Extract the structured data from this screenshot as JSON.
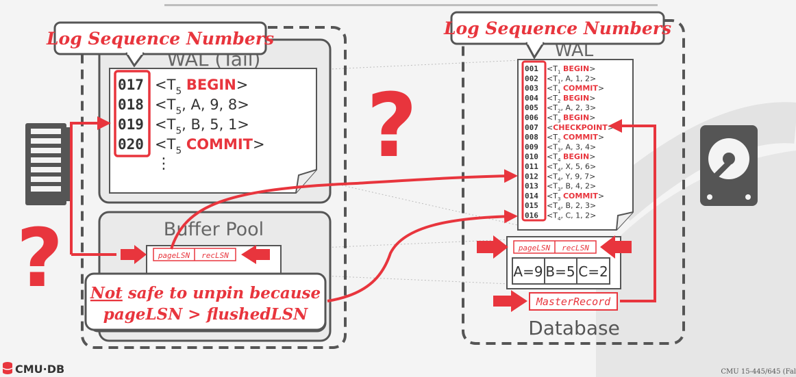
{
  "colors": {
    "accent": "#e8353d",
    "dark": "#555555",
    "light": "#f4f4f4"
  },
  "callout_left": "Log Sequence Numbers",
  "callout_right": "Log Sequence Numbers",
  "wal_tail": {
    "title": "WAL (Tail)",
    "rows": [
      {
        "lsn": "017",
        "pre": "<T",
        "sub": "5",
        "post": " ",
        "keyword": "BEGIN",
        "end": ">"
      },
      {
        "lsn": "018",
        "pre": "<T",
        "sub": "5",
        "post": ", A, 9, 8>",
        "keyword": "",
        "end": ""
      },
      {
        "lsn": "019",
        "pre": "<T",
        "sub": "5",
        "post": ", B, 5, 1>",
        "keyword": "",
        "end": ""
      },
      {
        "lsn": "020",
        "pre": "<T",
        "sub": "5",
        "post": " ",
        "keyword": "COMMIT",
        "end": ">"
      }
    ],
    "ellipsis": "⋮"
  },
  "buffer_pool": {
    "title": "Buffer Pool",
    "page_lsn": "pageLSN",
    "rec_lsn": "recLSN"
  },
  "warning": {
    "line1_emph": "Not",
    "line1_rest": " safe to unpin because",
    "line2": "pageLSN > flushedLSN"
  },
  "question_mark": "?",
  "disk_wal": {
    "title": "WAL",
    "rows": [
      {
        "lsn": "001",
        "pre": "<T",
        "sub": "1",
        "post": " ",
        "keyword": "BEGIN",
        "end": ">"
      },
      {
        "lsn": "002",
        "pre": "<T",
        "sub": "1",
        "post": ", A, 1, 2>",
        "keyword": "",
        "end": ""
      },
      {
        "lsn": "003",
        "pre": "<T",
        "sub": "1",
        "post": " ",
        "keyword": "COMMIT",
        "end": ">"
      },
      {
        "lsn": "004",
        "pre": "<T",
        "sub": "2",
        "post": " ",
        "keyword": "BEGIN",
        "end": ">"
      },
      {
        "lsn": "005",
        "pre": "<T",
        "sub": "2",
        "post": ", A, 2, 3>",
        "keyword": "",
        "end": ""
      },
      {
        "lsn": "006",
        "pre": "<T",
        "sub": "3",
        "post": " ",
        "keyword": "BEGIN",
        "end": ">"
      },
      {
        "lsn": "007",
        "pre": "<",
        "sub": "",
        "post": "",
        "keyword": "CHECKPOINT",
        "end": ">"
      },
      {
        "lsn": "008",
        "pre": "<T",
        "sub": "2",
        "post": " ",
        "keyword": "COMMIT",
        "end": ">"
      },
      {
        "lsn": "009",
        "pre": "<T",
        "sub": "3",
        "post": ", A, 3, 4>",
        "keyword": "",
        "end": ""
      },
      {
        "lsn": "010",
        "pre": "<T",
        "sub": "4",
        "post": " ",
        "keyword": "BEGIN",
        "end": ">"
      },
      {
        "lsn": "011",
        "pre": "<T",
        "sub": "4",
        "post": ", X, 5, 6>",
        "keyword": "",
        "end": ""
      },
      {
        "lsn": "012",
        "pre": "<T",
        "sub": "4",
        "post": ", Y, 9, 7>",
        "keyword": "",
        "end": ""
      },
      {
        "lsn": "013",
        "pre": "<T",
        "sub": "3",
        "post": ", B, 4, 2>",
        "keyword": "",
        "end": ""
      },
      {
        "lsn": "014",
        "pre": "<T",
        "sub": "3",
        "post": " ",
        "keyword": "COMMIT",
        "end": ">"
      },
      {
        "lsn": "015",
        "pre": "<T",
        "sub": "4",
        "post": ", B, 2, 3>",
        "keyword": "",
        "end": ""
      },
      {
        "lsn": "016",
        "pre": "<T",
        "sub": "4",
        "post": ", C, 1, 2>",
        "keyword": "",
        "end": ""
      }
    ]
  },
  "disk_page": {
    "page_lsn": "pageLSN",
    "rec_lsn": "recLSN",
    "cells": [
      "A=9",
      "B=5",
      "C=2"
    ]
  },
  "master_record": "MasterRecord",
  "database_label": "Database",
  "footer": {
    "logo": "CMU·DB",
    "course": "CMU 15-445/645 (Fal"
  }
}
